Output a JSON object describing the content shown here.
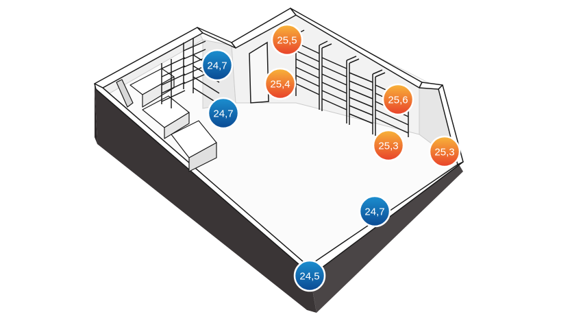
{
  "sensors": [
    {
      "id": "s1",
      "value": "25,5",
      "status": "warm"
    },
    {
      "id": "s2",
      "value": "24,7",
      "status": "cool"
    },
    {
      "id": "s3",
      "value": "25,4",
      "status": "warm"
    },
    {
      "id": "s4",
      "value": "24,7",
      "status": "cool"
    },
    {
      "id": "s5",
      "value": "25,6",
      "status": "warm"
    },
    {
      "id": "s6",
      "value": "25,3",
      "status": "warm"
    },
    {
      "id": "s7",
      "value": "25,3",
      "status": "warm"
    },
    {
      "id": "s8",
      "value": "24,7",
      "status": "cool"
    },
    {
      "id": "s9",
      "value": "24,5",
      "status": "cool"
    }
  ],
  "colors": {
    "warm_top": "#f8b43a",
    "warm_bottom": "#e8412a",
    "cool_top": "#1c8fd0",
    "cool_bottom": "#0b4a93",
    "wall_dark": "#3a3536",
    "wall_top": "#ffffff",
    "wall_inner": "#eeeeee",
    "floor": "#fbfbfb",
    "shelf": "#1a1a1a"
  }
}
